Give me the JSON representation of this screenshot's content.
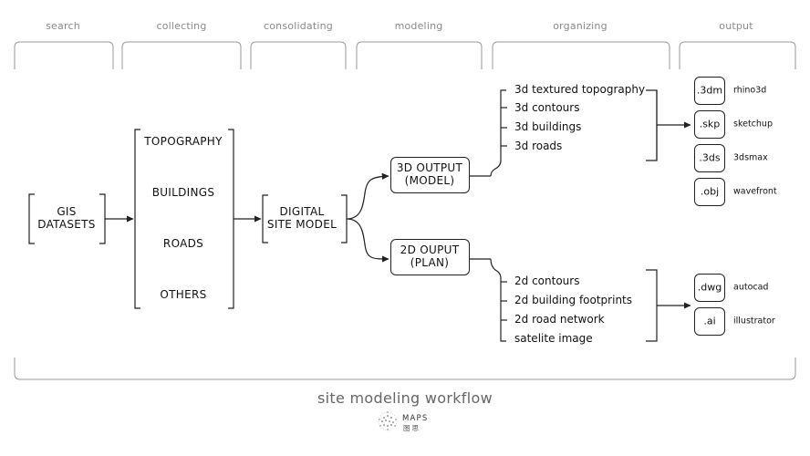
{
  "phases": [
    "search",
    "collecting",
    "consolidating",
    "modeling",
    "organizing",
    "output"
  ],
  "nodes": {
    "gis_line1": "GIS",
    "gis_line2": "DATASETS",
    "digital_line1": "DIGITAL",
    "digital_line2": "SITE MODEL",
    "out3d_line1": "3D OUTPUT",
    "out3d_line2": "(MODEL)",
    "out2d_line1": "2D OUPUT",
    "out2d_line2": "(PLAN)"
  },
  "datasets": [
    "TOPOGRAPHY",
    "BUILDINGS",
    "ROADS",
    "OTHERS"
  ],
  "items_3d": [
    "3d textured topography",
    "3d contours",
    "3d buildings",
    "3d roads"
  ],
  "items_2d": [
    "2d contours",
    "2d building footprints",
    "2d road network",
    "satelite image"
  ],
  "outputs_3d": [
    {
      "ext": ".3dm",
      "program": "rhino3d"
    },
    {
      "ext": ".skp",
      "program": "sketchup"
    },
    {
      "ext": ".3ds",
      "program": "3dsmax"
    },
    {
      "ext": ".obj",
      "program": "wavefront"
    }
  ],
  "outputs_2d": [
    {
      "ext": ".dwg",
      "program": "autocad"
    },
    {
      "ext": ".ai",
      "program": "illustrator"
    }
  ],
  "caption": "site modeling workflow",
  "logo": {
    "name": "MAPS",
    "sub": "图思",
    "icon": "dotted-globe-icon"
  },
  "colors": {
    "line": "#222222",
    "phase_bracket": "#999999",
    "phase_text": "#8a8a8a"
  }
}
